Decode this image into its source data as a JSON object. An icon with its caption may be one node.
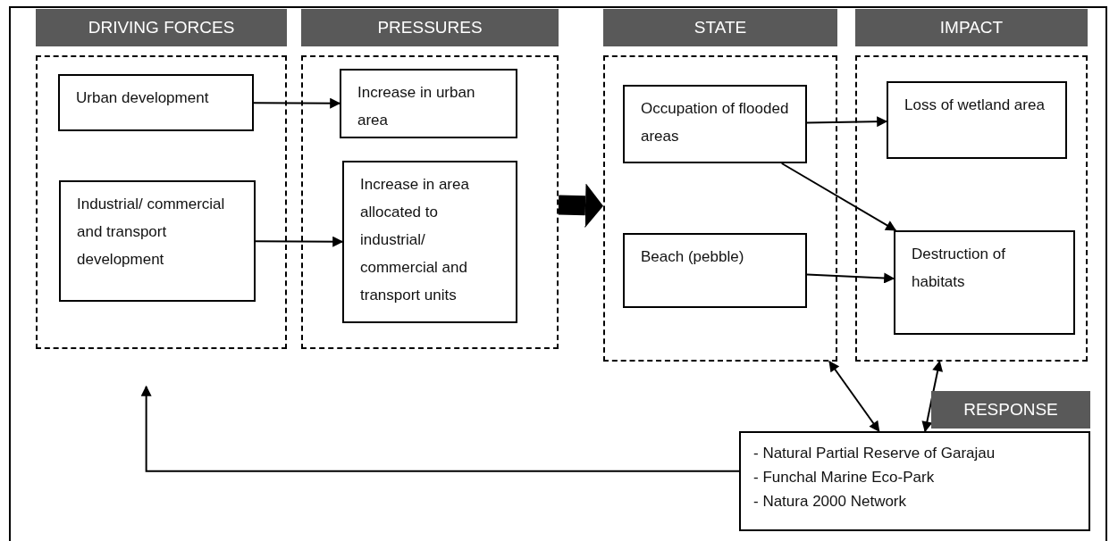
{
  "diagram": {
    "nodes": [
      {
        "text": [
          "DRIVING FORCES"
        ]
      },
      {
        "text": [
          "Urban development"
        ],
        "in": 0
      },
      {
        "text": [
          "Industrial/ commercial and transport development"
        ],
        "in": 0
      },
      {
        "text": [
          "PRESSURES"
        ]
      },
      {
        "text": [
          "Increase in urban area"
        ],
        "in": 3
      },
      {
        "text": [
          "Increase in area allocated to industrial/ commercial and transport units"
        ],
        "in": 3
      },
      {
        "text": [
          "STATE"
        ]
      },
      {
        "text": [
          "Occupation of flooded areas"
        ],
        "in": 6
      },
      {
        "text": [
          "Beach (pebble)"
        ],
        "in": 6
      },
      {
        "text": [
          "IMPACT"
        ]
      },
      {
        "text": [
          "Loss of wetland area"
        ],
        "in": 9
      },
      {
        "text": [
          "Destruction of habitats"
        ],
        "in": 9
      },
      {
        "text": [
          "RESPONSE",
          "- Natural Partial Reserve of Garajau",
          "- Funchal Marine Eco-Park",
          "- Natura 2000 Network"
        ]
      }
    ],
    "edges": [
      {
        "from": 1,
        "to": 4,
        "arrow": "to"
      },
      {
        "from": 2,
        "to": 5,
        "arrow": "to"
      },
      {
        "from": 3,
        "to": 6,
        "arrow": "to",
        "style": "thick"
      },
      {
        "from": 7,
        "to": 10,
        "arrow": "to"
      },
      {
        "from": 7,
        "to": 11,
        "arrow": "to"
      },
      {
        "from": 8,
        "to": 11,
        "arrow": "to"
      },
      {
        "from": 6,
        "to": 12,
        "arrow": "both"
      },
      {
        "from": 9,
        "to": 12,
        "arrow": "both"
      },
      {
        "from": 12,
        "to": 0,
        "arrow": "to"
      }
    ]
  }
}
